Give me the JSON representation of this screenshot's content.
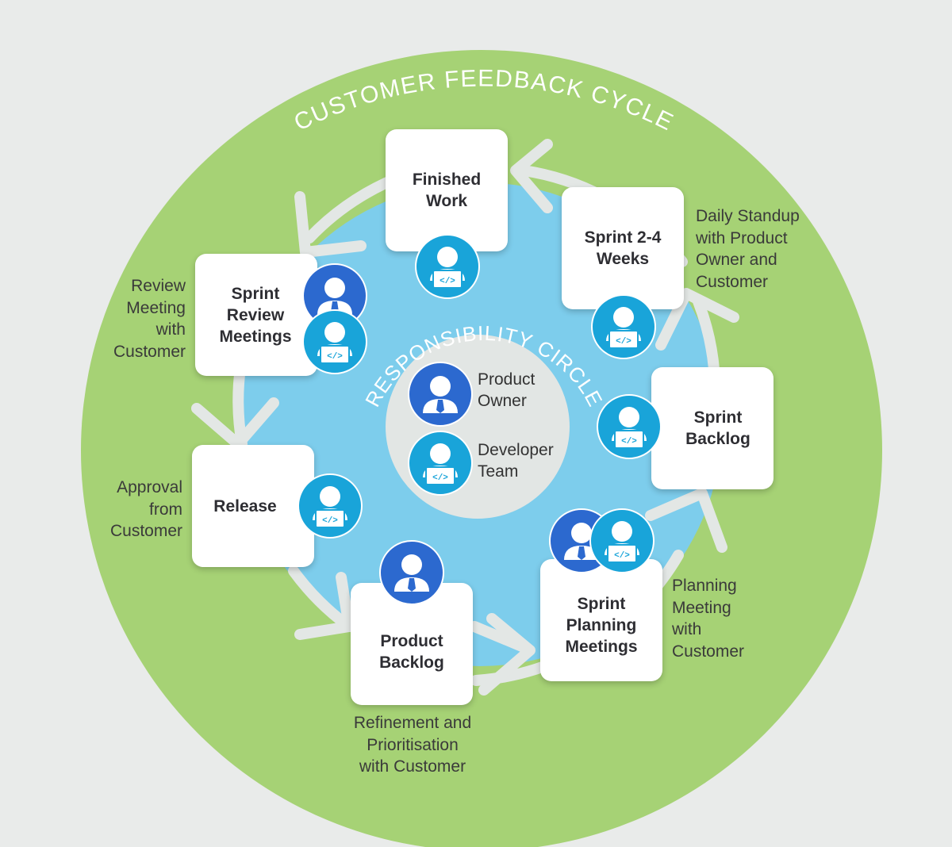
{
  "outer_title": "CUSTOMER FEEDBACK CYCLE",
  "inner_title": "RESPONSIBILITY CIRCLE",
  "legend": {
    "product_owner": "Product\nOwner",
    "developer_team": "Developer\nTeam"
  },
  "steps": {
    "finished_work": "Finished\nWork",
    "sprint": "Sprint 2-4\nWeeks",
    "sprint_backlog": "Sprint\nBacklog",
    "sprint_planning": "Sprint\nPlanning\nMeetings",
    "product_backlog": "Product\nBacklog",
    "release": "Release",
    "sprint_review": "Sprint\nReview\nMeetings"
  },
  "notes": {
    "daily_standup": "Daily Standup\nwith Product\nOwner and\nCustomer",
    "planning_meeting": "Planning\nMeeting\nwith\nCustomer",
    "refinement": "Refinement and\nPrioritisation\nwith Customer",
    "approval": "Approval\nfrom\nCustomer",
    "review_meeting": "Review\nMeeting\nwith\nCustomer"
  },
  "icons": {
    "product_owner": "person-with-tie-icon",
    "developer": "person-with-laptop-code-icon"
  },
  "colors": {
    "outer_circle": "#a6d275",
    "inner_circle": "#7dcdec",
    "center_circle": "#e2e6e4",
    "arrows": "#e3e7e5",
    "product_owner_icon": "#2c69cf",
    "developer_icon": "#19a4d9",
    "background": "#e9ebea"
  }
}
